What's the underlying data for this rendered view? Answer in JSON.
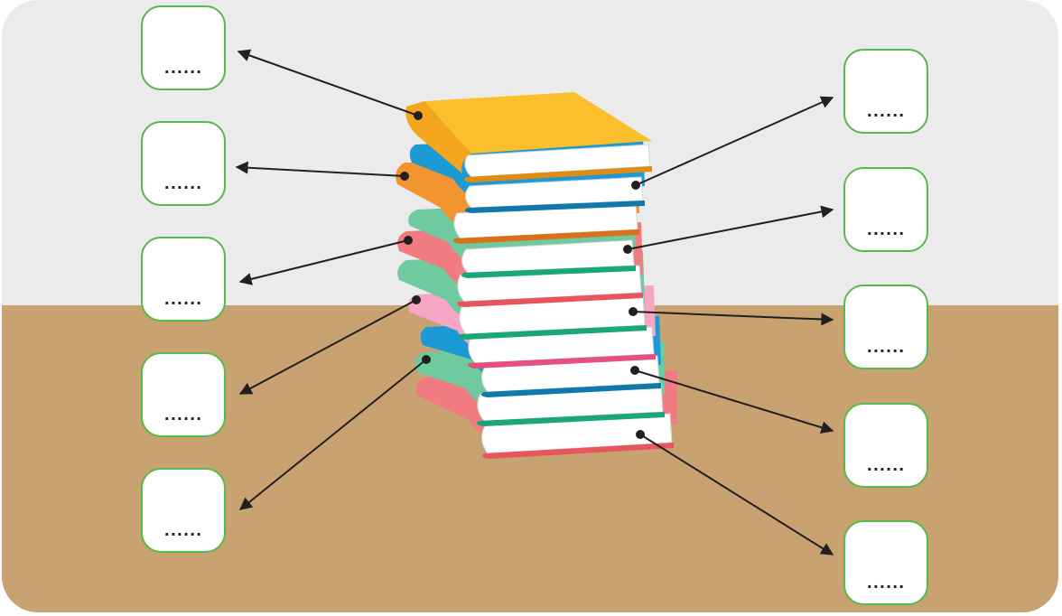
{
  "colors": {
    "wall": "#ebebeb",
    "table": "#c9a271",
    "box_border": "#57b84b",
    "arrow": "#231f20"
  },
  "books_top_to_bottom": [
    {
      "color": "yellow",
      "hex": "#fbbf2d"
    },
    {
      "color": "blue",
      "hex": "#1b9ad6"
    },
    {
      "color": "orange",
      "hex": "#f29531"
    },
    {
      "color": "green",
      "hex": "#6fcaa0"
    },
    {
      "color": "red",
      "hex": "#f07b80"
    },
    {
      "color": "green",
      "hex": "#6fcaa0"
    },
    {
      "color": "pink",
      "hex": "#f4a6c4"
    },
    {
      "color": "blue",
      "hex": "#1b9ad6"
    },
    {
      "color": "green",
      "hex": "#6fcaa0"
    },
    {
      "color": "red",
      "hex": "#f07b80"
    }
  ],
  "answer_boxes": {
    "left": [
      {
        "placeholder": "......"
      },
      {
        "placeholder": "......"
      },
      {
        "placeholder": "......"
      },
      {
        "placeholder": "......"
      },
      {
        "placeholder": "......"
      }
    ],
    "right": [
      {
        "placeholder": "......"
      },
      {
        "placeholder": "......"
      },
      {
        "placeholder": "......"
      },
      {
        "placeholder": "......"
      },
      {
        "placeholder": "......"
      }
    ]
  }
}
